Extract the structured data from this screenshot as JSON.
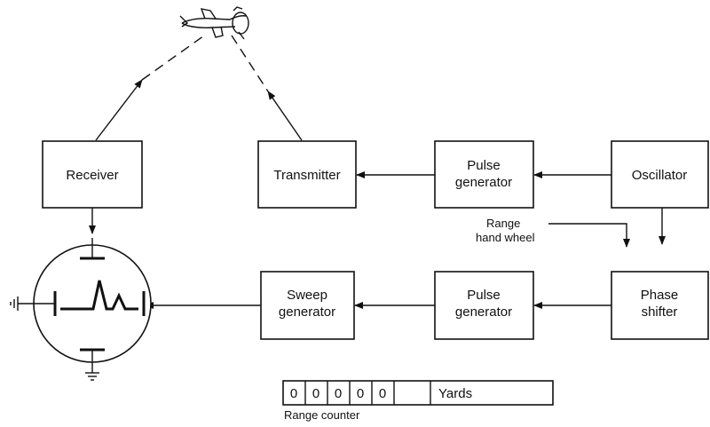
{
  "blocks": {
    "receiver": "Receiver",
    "transmitter": "Transmitter",
    "pulse_generator_top": [
      "Pulse",
      "generator"
    ],
    "oscillator": "Oscillator",
    "sweep_generator": [
      "Sweep",
      "generator"
    ],
    "pulse_generator_bottom": [
      "Pulse",
      "generator"
    ],
    "phase_shifter": [
      "Phase",
      "shifter"
    ]
  },
  "range_hand_wheel": [
    "Range",
    "hand wheel"
  ],
  "range_counter": {
    "digits": [
      "0",
      "0",
      "0",
      "0",
      "0"
    ],
    "unit": "Yards",
    "caption": "Range counter"
  },
  "icons": {
    "target": "airplane-icon",
    "display": "crt-display-icon",
    "ground": "ground-icon"
  }
}
